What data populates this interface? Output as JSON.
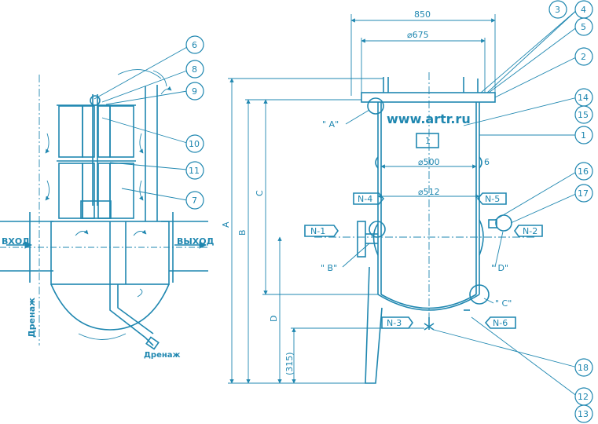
{
  "left_view": {
    "inlet_label": "ВХОД",
    "outlet_label": "ВЫХОД",
    "drain_label_vertical": "Дренаж",
    "drain_label_bottom": "Дренаж"
  },
  "right_view": {
    "dim_850": "850",
    "dim_675": "⌀675",
    "dim_500": "⌀500",
    "dim_512": "⌀512",
    "dim_6": "6",
    "dim_A": "A",
    "dim_B": "B",
    "dim_C": "C",
    "dim_D": "D",
    "dim_315": "(315)",
    "watermark": "www.artr.ru",
    "view_A": "\" A\"",
    "view_B": "\" B\"",
    "view_C": "\" C\"",
    "view_D": "\" D\"",
    "nozzles": [
      "N-1",
      "N-2",
      "N-3",
      "N-4",
      "N-5",
      "N-6"
    ],
    "nameplate": "1"
  },
  "callouts": [
    "1",
    "2",
    "3",
    "4",
    "5",
    "6",
    "7",
    "8",
    "9",
    "10",
    "11",
    "12",
    "13",
    "14",
    "15",
    "16",
    "17",
    "18"
  ],
  "colors": {
    "line": "#1f87b0",
    "background": "#ffffff"
  }
}
